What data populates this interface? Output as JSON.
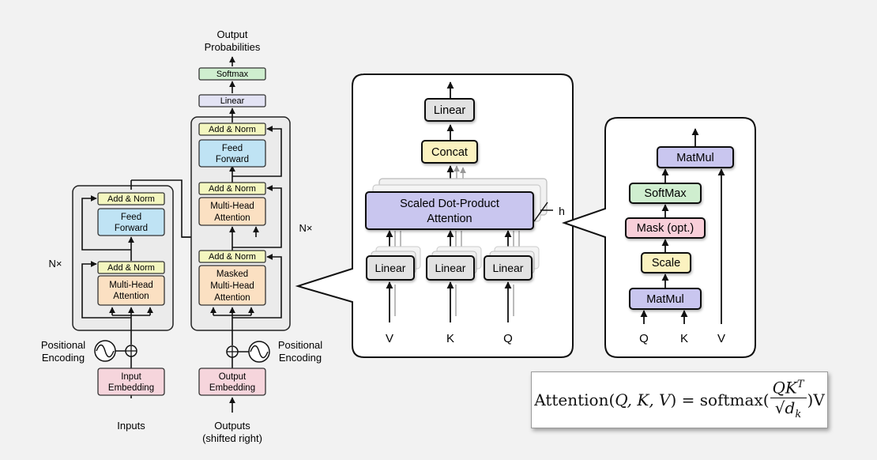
{
  "colors": {
    "add_norm": "#f3f6bf",
    "feed_forward": "#bfe3f4",
    "attention": "#fbe0c2",
    "embedding": "#f6d5dc",
    "softmax": "#cfeecf",
    "linear": "#e3e3f4",
    "scaled_dot": "#c9c6ef",
    "concat": "#fbf2c0",
    "linear_gray": "#e2e2e2",
    "mask": "#f8cfd9"
  },
  "transformer": {
    "output_probabilities": [
      "Output",
      "Probabilities"
    ],
    "softmax": "Softmax",
    "linear": "Linear",
    "encoder": {
      "nx": "N×",
      "add_norm": "Add & Norm",
      "feed_forward": [
        "Feed",
        "Forward"
      ],
      "multi_head": [
        "Multi-Head",
        "Attention"
      ],
      "positional_encoding": [
        "Positional",
        "Encoding"
      ],
      "input_embedding": [
        "Input",
        "Embedding"
      ],
      "inputs": "Inputs"
    },
    "decoder": {
      "nx": "N×",
      "add_norm": "Add & Norm",
      "feed_forward": [
        "Feed",
        "Forward"
      ],
      "multi_head": [
        "Multi-Head",
        "Attention"
      ],
      "masked_multi_head": [
        "Masked",
        "Multi-Head",
        "Attention"
      ],
      "positional_encoding": [
        "Positional",
        "Encoding"
      ],
      "output_embedding": [
        "Output",
        "Embedding"
      ],
      "outputs": [
        "Outputs",
        "(shifted right)"
      ]
    }
  },
  "multi_head_detail": {
    "linear_top": "Linear",
    "concat": "Concat",
    "scaled_dot_product": [
      "Scaled Dot-Product",
      "Attention"
    ],
    "h": "h",
    "linear": "Linear",
    "inputs": [
      "V",
      "K",
      "Q"
    ]
  },
  "scaled_dot_detail": {
    "matmul_top": "MatMul",
    "softmax": "SoftMax",
    "mask": "Mask (opt.)",
    "scale": "Scale",
    "matmul_bottom": "MatMul",
    "inputs": [
      "Q",
      "K",
      "V"
    ]
  },
  "formula": {
    "lhs": "Attention(",
    "args": "Q, K, V",
    "eq": ") = softmax(",
    "num_q": "QK",
    "num_sup": "T",
    "den_sqrt": "√",
    "den_d": "d",
    "den_sub": "k",
    "tail": ")V"
  }
}
